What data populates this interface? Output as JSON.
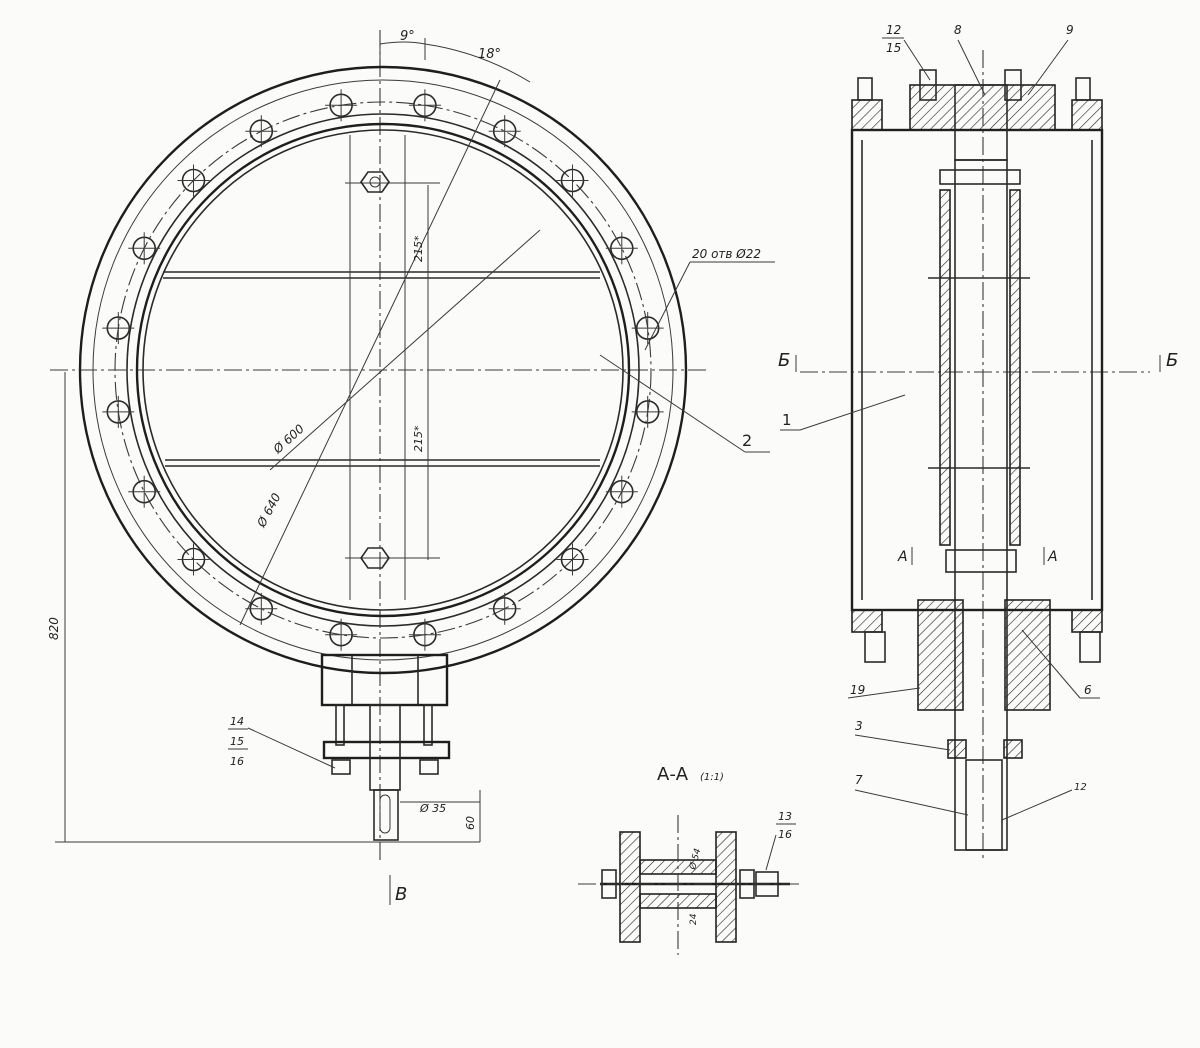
{
  "angles": {
    "a1": "9°",
    "a2": "18°"
  },
  "holes_note": "20 отв Ø22",
  "dims": {
    "d_inner": "Ø 600",
    "d_bolt": "Ø 640",
    "h_top": "215*",
    "h_bot": "215*",
    "height": "820",
    "shaft": "Ø 35",
    "shaft_len": "60",
    "aa_dim1": "Ø 54",
    "aa_dim2": "24"
  },
  "view_markers": {
    "b_left": "Б",
    "b_right": "Б",
    "a_left": "А",
    "a_right": "А",
    "v_arrow": "В"
  },
  "section_title": "А-А",
  "section_scale": "(1:1)",
  "callouts": {
    "c1": "1",
    "c2": "2",
    "c3": "3",
    "c6": "6",
    "c7": "7",
    "c8": "8",
    "c9": "9",
    "c12a": "12",
    "c12b": "15",
    "c12c": "12",
    "c19": "19",
    "c13a": "13",
    "c13b": "16",
    "c14a": "14",
    "c14b": "15",
    "c14c": "16"
  }
}
